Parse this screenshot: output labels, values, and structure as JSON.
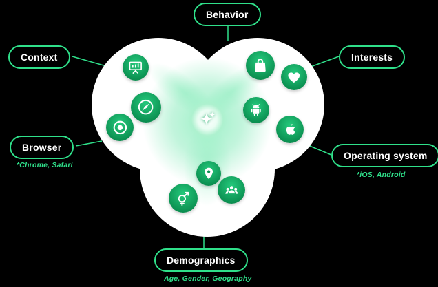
{
  "colors": {
    "background": "#000000",
    "accent": "#2fe08a",
    "circle_fill": "#ffffff",
    "icon_badge_light": "#25c97c",
    "icon_badge_dark": "#0c9152"
  },
  "labels": {
    "behavior": "Behavior",
    "context": "Context",
    "interests": "Interests",
    "browser": "Browser",
    "browser_note": "*Chrome, Safari",
    "operating_system": "Operating system",
    "operating_system_note": "*iOS, Android",
    "demographics": "Demographics",
    "demographics_note": "Age, Gender, Geography"
  },
  "icons": {
    "context_browser_group": [
      "presentation-icon",
      "safari-icon",
      "chrome-icon"
    ],
    "behavior_interests_group": [
      "shopping-bag-icon",
      "heart-icon",
      "android-icon",
      "apple-icon"
    ],
    "demographics_group": [
      "location-pin-icon",
      "gender-icon",
      "team-icon"
    ],
    "center": "sparkle-icon"
  }
}
